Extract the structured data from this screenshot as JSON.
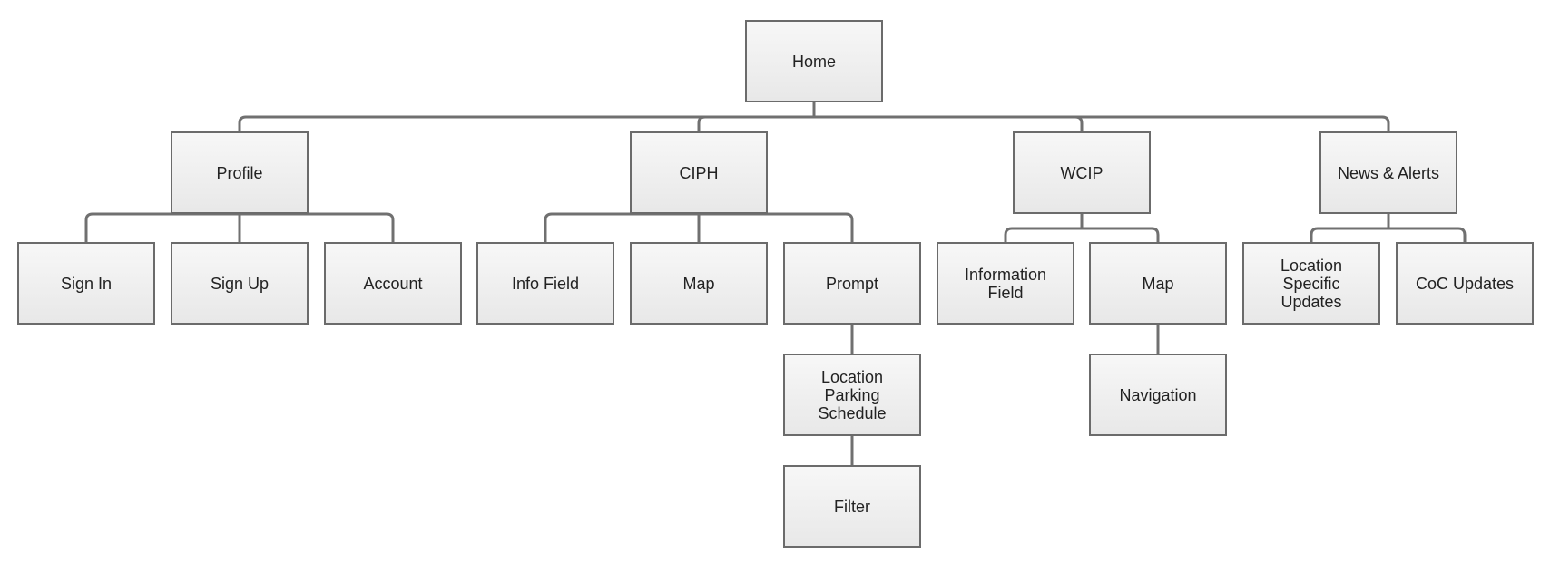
{
  "diagram": {
    "type": "sitemap-tree",
    "colors": {
      "box_border": "#6b6b6b",
      "connector": "#707070",
      "box_fill_top": "#f7f7f7",
      "box_fill_bottom": "#e8e8e8",
      "text": "#222222"
    },
    "nodes": {
      "home": "Home",
      "profile": "Profile",
      "ciph": "CIPH",
      "wcip": "WCIP",
      "news_alerts": "News & Alerts",
      "sign_in": "Sign In",
      "sign_up": "Sign Up",
      "account": "Account",
      "info_field": "Info Field",
      "ciph_map": "Map",
      "prompt": "Prompt",
      "location_parking_schedule": "Location\nParking\nSchedule",
      "filter": "Filter",
      "information_field": "Information\nField",
      "wcip_map": "Map",
      "navigation": "Navigation",
      "location_specific_updates": "Location\nSpecific\nUpdates",
      "coc_updates": "CoC Updates"
    },
    "edges": [
      [
        "home",
        "profile"
      ],
      [
        "home",
        "ciph"
      ],
      [
        "home",
        "wcip"
      ],
      [
        "home",
        "news_alerts"
      ],
      [
        "profile",
        "sign_in"
      ],
      [
        "profile",
        "sign_up"
      ],
      [
        "profile",
        "account"
      ],
      [
        "ciph",
        "info_field"
      ],
      [
        "ciph",
        "ciph_map"
      ],
      [
        "ciph",
        "prompt"
      ],
      [
        "prompt",
        "location_parking_schedule"
      ],
      [
        "location_parking_schedule",
        "filter"
      ],
      [
        "wcip",
        "information_field"
      ],
      [
        "wcip",
        "wcip_map"
      ],
      [
        "wcip_map",
        "navigation"
      ],
      [
        "news_alerts",
        "location_specific_updates"
      ],
      [
        "news_alerts",
        "coc_updates"
      ]
    ]
  }
}
